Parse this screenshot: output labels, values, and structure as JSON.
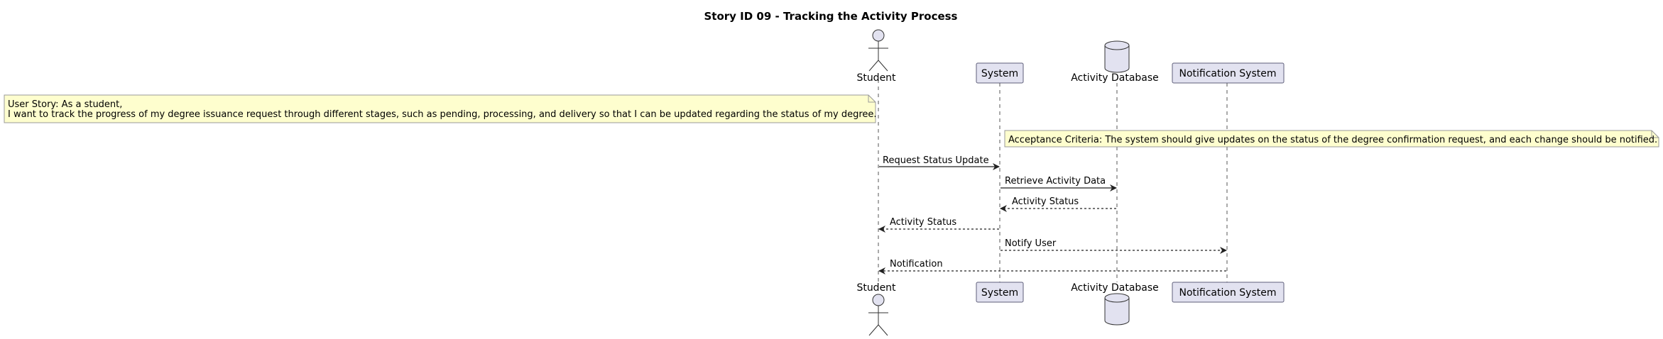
{
  "diagram": {
    "title": "Story ID 09 - Tracking the Activity Process",
    "participants": [
      {
        "id": "student",
        "label": "Student",
        "kind": "actor"
      },
      {
        "id": "system",
        "label": "System",
        "kind": "participant"
      },
      {
        "id": "activity_db",
        "label": "Activity Database",
        "kind": "database"
      },
      {
        "id": "notification",
        "label": "Notification System",
        "kind": "participant"
      }
    ],
    "notes": {
      "user_story_line1": "User Story: As a student,",
      "user_story_line2": "I want to track the progress of my degree issuance request through different stages, such as pending, processing, and delivery so that I can be updated regarding the status of my degree.",
      "acceptance_criteria": "Acceptance Criteria: The system should give updates on the status of the degree confirmation request, and each change should be notified."
    },
    "messages": [
      {
        "from": "student",
        "to": "system",
        "label": "Request Status Update",
        "style": "solid"
      },
      {
        "from": "system",
        "to": "activity_db",
        "label": "Retrieve Activity Data",
        "style": "solid"
      },
      {
        "from": "activity_db",
        "to": "system",
        "label": "Activity Status",
        "style": "dashed"
      },
      {
        "from": "system",
        "to": "student",
        "label": "Activity Status",
        "style": "dashed"
      },
      {
        "from": "system",
        "to": "notification",
        "label": "Notify User",
        "style": "dashed"
      },
      {
        "from": "notification",
        "to": "student",
        "label": "Notification",
        "style": "dashed"
      }
    ]
  }
}
